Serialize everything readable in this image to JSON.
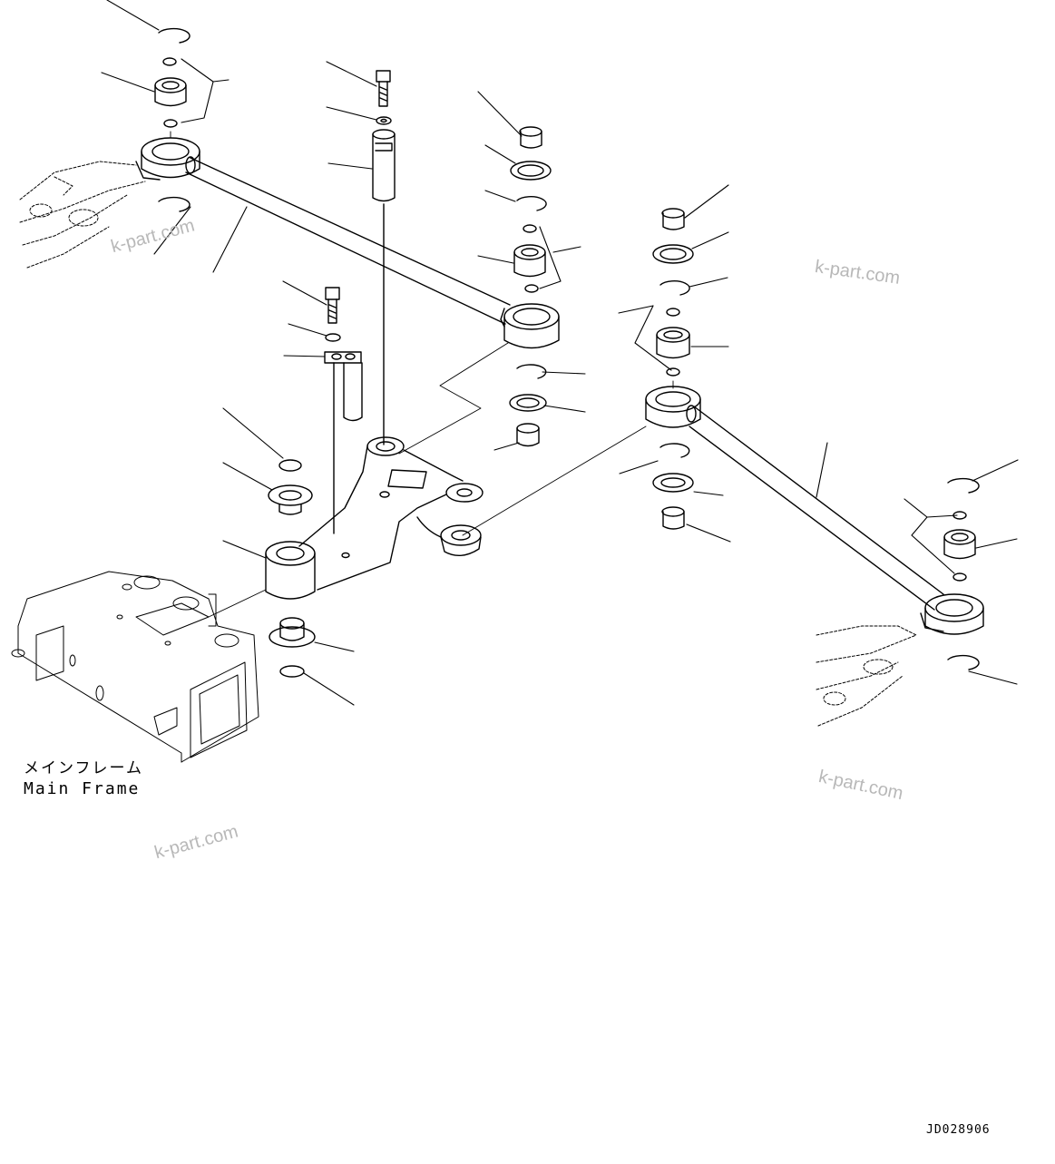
{
  "frame_label": {
    "japanese": "メインフレーム",
    "english": "Main Frame"
  },
  "drawing_code": "JD028906",
  "watermark": "k-part.com",
  "colors": {
    "line": "#000000",
    "background": "#ffffff",
    "watermark": "#b8b8b8"
  }
}
